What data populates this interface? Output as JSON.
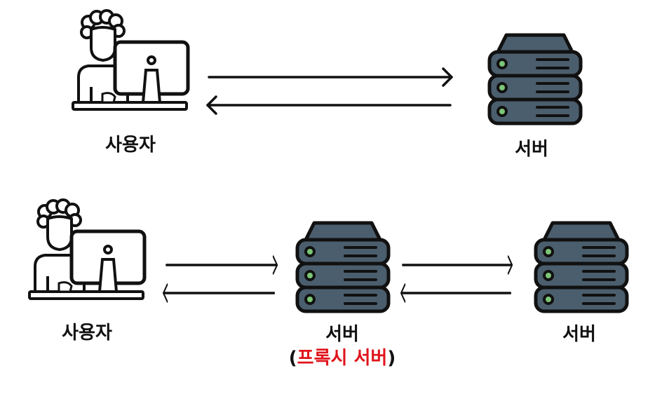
{
  "colors": {
    "ink": "#111111",
    "server_body": "#4b5e6e",
    "server_top": "#4b5e6e",
    "led": "#7cc576",
    "accent": "#e0141c",
    "background": "#ffffff"
  },
  "icons": {
    "user": "user-at-computer-icon",
    "server": "server-rack-icon",
    "arrow_right": "arrow-right-icon",
    "arrow_left": "arrow-left-icon"
  },
  "row1": {
    "user_label": "사용자",
    "server_label": "서버"
  },
  "row2": {
    "user_label": "사용자",
    "proxy_label": "서버",
    "proxy_note_open": "(",
    "proxy_note": "프록시 서버",
    "proxy_note_close": ")",
    "server_label": "서버"
  }
}
